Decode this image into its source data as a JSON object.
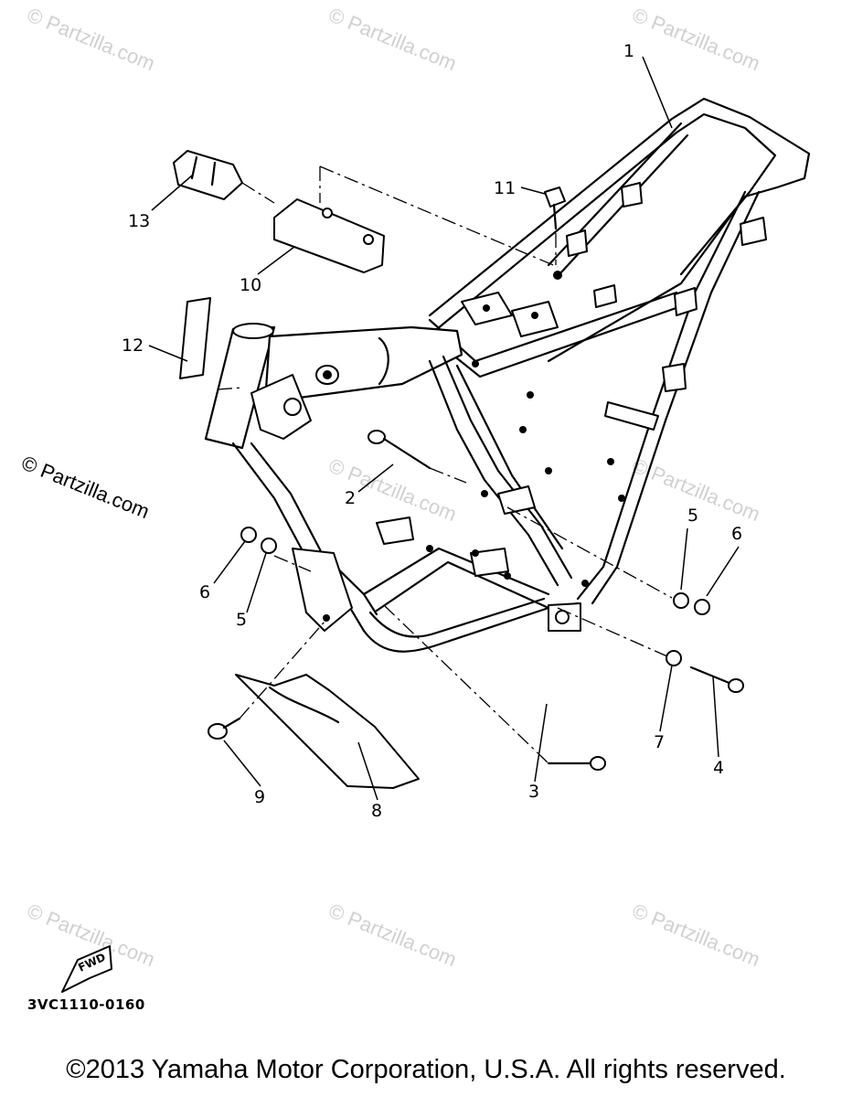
{
  "watermark": "© Partzilla.com",
  "callouts": [
    "1",
    "2",
    "3",
    "4",
    "5",
    "6",
    "7",
    "8",
    "9",
    "10",
    "11",
    "12",
    "13"
  ],
  "callouts_right": [
    "5",
    "6"
  ],
  "fwd_label": "FWD",
  "part_code": "3VC1110-0160",
  "copyright": "©2013  Yamaha Motor Corporation, U.S.A. All rights reserved."
}
